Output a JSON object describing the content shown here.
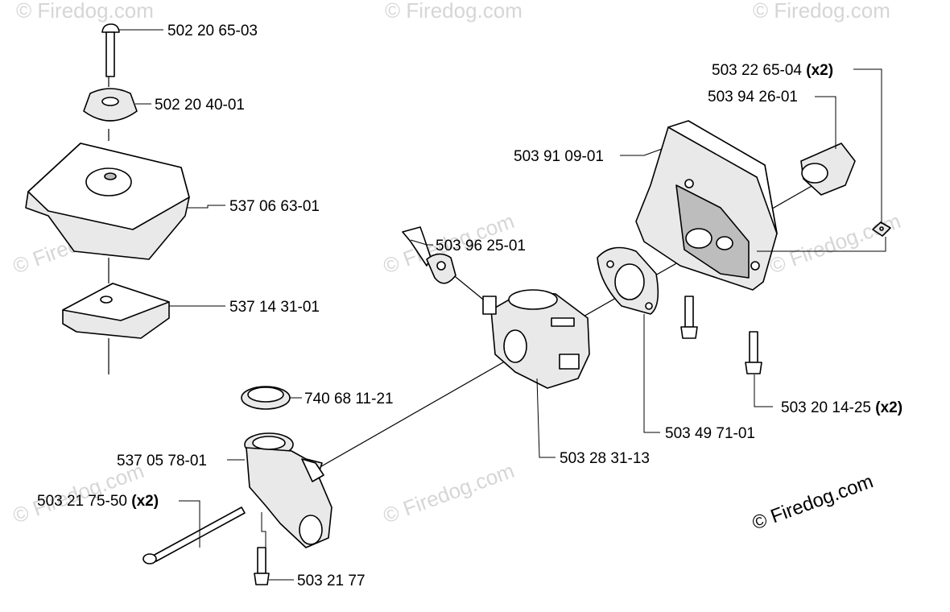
{
  "watermark": {
    "text": "© Firedog.com"
  },
  "copyright": {
    "text": "© Firedog.com"
  },
  "parts": [
    {
      "id": "p1",
      "number": "502 20 65-03",
      "qty": ""
    },
    {
      "id": "p2",
      "number": "502 20 40-01",
      "qty": ""
    },
    {
      "id": "p3",
      "number": "537 06 63-01",
      "qty": ""
    },
    {
      "id": "p4",
      "number": "537 14 31-01",
      "qty": ""
    },
    {
      "id": "p5",
      "number": "503 96 25-01",
      "qty": ""
    },
    {
      "id": "p6",
      "number": "503 22 65-04",
      "qty": "(x2)"
    },
    {
      "id": "p7",
      "number": "503 94 26-01",
      "qty": ""
    },
    {
      "id": "p8",
      "number": "503 91 09-01",
      "qty": ""
    },
    {
      "id": "p9",
      "number": "740 68 11-21",
      "qty": ""
    },
    {
      "id": "p10",
      "number": "537 05 78-01",
      "qty": ""
    },
    {
      "id": "p11",
      "number": "503 21 75-50",
      "qty": "(x2)"
    },
    {
      "id": "p12",
      "number": "503 21 77",
      "qty": ""
    },
    {
      "id": "p13",
      "number": "503 28 31-13",
      "qty": ""
    },
    {
      "id": "p14",
      "number": "503 49 71-01",
      "qty": ""
    },
    {
      "id": "p15",
      "number": "503 20 14-25",
      "qty": "(x2)"
    }
  ]
}
